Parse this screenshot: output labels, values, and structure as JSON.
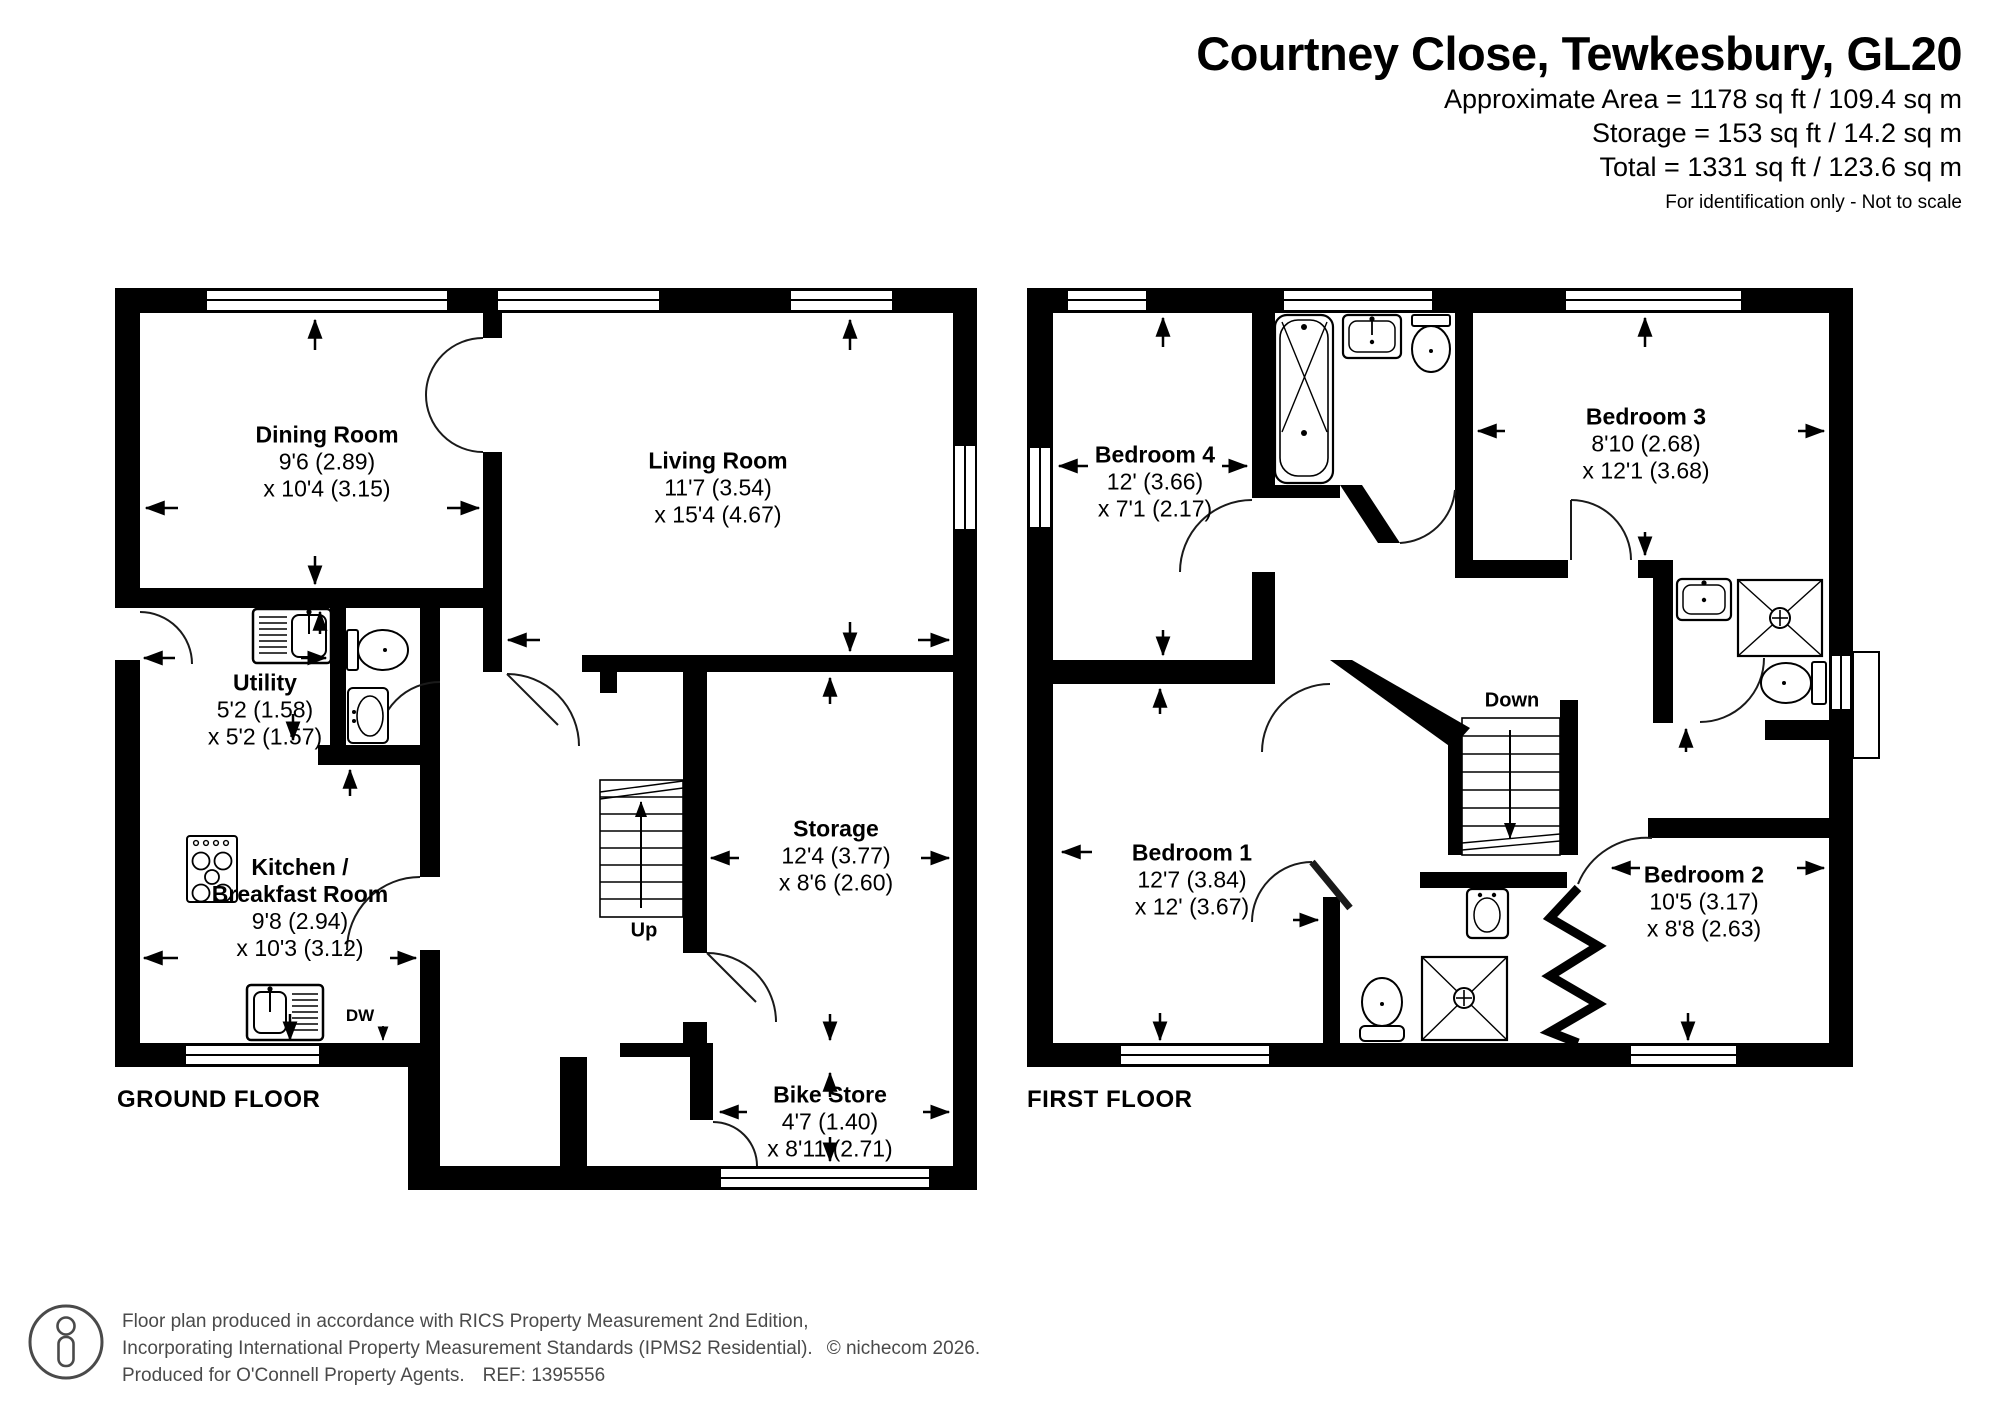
{
  "header": {
    "title": "Courtney Close, Tewkesbury, GL20",
    "area": "Approximate Area = 1178 sq ft / 109.4 sq m",
    "storage": "Storage = 153 sq ft / 14.2 sq m",
    "total": "Total = 1331 sq ft / 123.6 sq m",
    "note": "For identification only - Not to scale"
  },
  "floors": {
    "ground": {
      "label": "GROUND FLOOR",
      "stairs": "Up",
      "appliance": "DW",
      "rooms": {
        "dining": {
          "name": "Dining Room",
          "dim1": "9'6 (2.89)",
          "dim2": "x 10'4 (3.15)"
        },
        "living": {
          "name": "Living Room",
          "dim1": "11'7 (3.54)",
          "dim2": "x 15'4 (4.67)"
        },
        "utility": {
          "name": "Utility",
          "dim1": "5'2 (1.58)",
          "dim2": "x 5'2 (1.57)"
        },
        "kitchen": {
          "name": "Kitchen /",
          "name2": "Breakfast Room",
          "dim1": "9'8 (2.94)",
          "dim2": "x 10'3 (3.12)"
        },
        "storage": {
          "name": "Storage",
          "dim1": "12'4 (3.77)",
          "dim2": "x 8'6 (2.60)"
        },
        "bike": {
          "name": "Bike Store",
          "dim1": "4'7 (1.40)",
          "dim2": "x 8'11 (2.71)"
        }
      }
    },
    "first": {
      "label": "FIRST FLOOR",
      "stairs": "Down",
      "rooms": {
        "bed1": {
          "name": "Bedroom 1",
          "dim1": "12'7 (3.84)",
          "dim2": "x 12' (3.67)"
        },
        "bed2": {
          "name": "Bedroom 2",
          "dim1": "10'5 (3.17)",
          "dim2": "x 8'8 (2.63)"
        },
        "bed3": {
          "name": "Bedroom 3",
          "dim1": "8'10 (2.68)",
          "dim2": "x 12'1 (3.68)"
        },
        "bed4": {
          "name": "Bedroom 4",
          "dim1": "12' (3.66)",
          "dim2": "x 7'1 (2.17)"
        }
      }
    }
  },
  "footer": {
    "line1": "Floor plan produced in accordance with RICS Property Measurement 2nd Edition,",
    "line2": "Incorporating International Property Measurement Standards (IPMS2 Residential).",
    "copyright": "© nichecom 2026.",
    "line3": "Produced for O'Connell Property Agents.",
    "ref": "REF: 1395556"
  }
}
